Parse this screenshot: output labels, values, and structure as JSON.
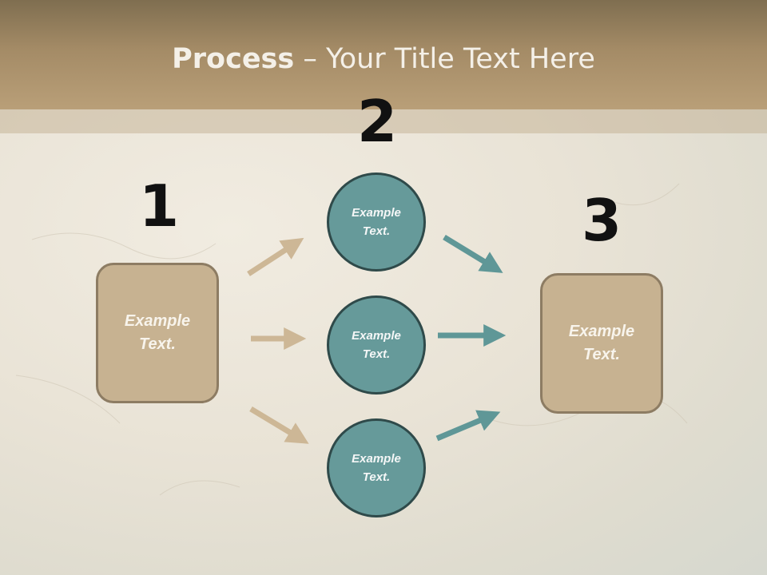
{
  "title": {
    "bold": "Process",
    "rest": " – Your Title Text Here"
  },
  "steps": {
    "one": "1",
    "two": "2",
    "three": "3"
  },
  "left_box": {
    "text": "Example Text."
  },
  "right_box": {
    "text": "Example Text."
  },
  "circles": [
    {
      "text": "Example Text."
    },
    {
      "text": "Example Text."
    },
    {
      "text": "Example Text."
    }
  ],
  "colors": {
    "header": "#a48b66",
    "box_fill": "#c7b291",
    "circle_fill": "#669a9a",
    "left_arrows": "#cdb796",
    "right_arrows": "#5f9797"
  }
}
